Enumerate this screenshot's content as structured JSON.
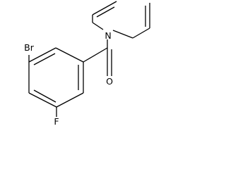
{
  "atoms": {
    "bromine": "Br",
    "nitrogen": "N",
    "oxygen": "O",
    "fluorine": "F"
  },
  "colors": {
    "bond": "#000000",
    "label": "#000000",
    "background": "#ffffff"
  }
}
